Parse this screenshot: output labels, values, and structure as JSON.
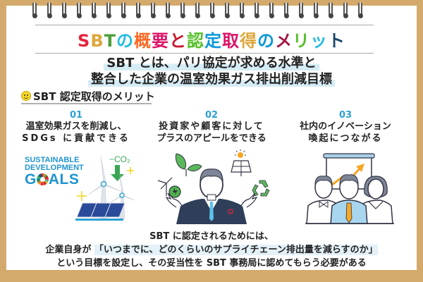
{
  "title": {
    "segments": [
      {
        "text": "S",
        "color": "#e5243b"
      },
      {
        "text": "B",
        "color": "#dda63a"
      },
      {
        "text": "T",
        "color": "#4c9f38"
      },
      {
        "text": "の",
        "color": "#26bde2"
      },
      {
        "text": "概",
        "color": "#fd6925"
      },
      {
        "text": "要",
        "color": "#dd1367"
      },
      {
        "text": "と",
        "color": "#c5192d"
      },
      {
        "text": "認",
        "color": "#56c02b"
      },
      {
        "text": "定",
        "color": "#0a97d9"
      },
      {
        "text": "取",
        "color": "#dd1367"
      },
      {
        "text": "得",
        "color": "#dda63a"
      },
      {
        "text": "の",
        "color": "#0a97d9"
      },
      {
        "text": "メ",
        "color": "#a21942"
      },
      {
        "text": "リ",
        "color": "#56c02b"
      },
      {
        "text": "ッ",
        "color": "#26bde2"
      },
      {
        "text": "ト",
        "color": "#19486a"
      }
    ]
  },
  "lead": {
    "line1": "SBT とは、パリ協定が求める水準と",
    "line2": "整合した企業の温室効果ガス排出削減目標"
  },
  "section": {
    "icon": "smiley-icon",
    "heading": "SBT 認定取得のメリット"
  },
  "benefits": [
    {
      "num": "01",
      "line1": "温室効果ガスを削減し、",
      "line2": "SDGs に貢献できる",
      "illustration": "sdgs-wind-solar-illustration"
    },
    {
      "num": "02",
      "line1": "投資家や顧客に対して",
      "line2": "プラスのアピールをできる",
      "illustration": "businessman-eco-icons-illustration"
    },
    {
      "num": "03",
      "line1": "社内のイノベーション",
      "line2": "喚起につながる",
      "illustration": "team-growth-chart-illustration"
    }
  ],
  "sdg_logo": {
    "line1": "SUSTAINABLE",
    "line2": "DEVELOPMENT",
    "goals_g": "G",
    "goals_rest": "ALS",
    "co2_label": "−CO₂"
  },
  "bottom": {
    "line1": "SBT に認定されるためには、",
    "line2_prefix": "企業自身が",
    "line2_highlight": "「いつまでに、どのくらいのサプライチェーン排出量を減らすのか」",
    "line3": "という目標を設定し、その妥当性を SBT 事務局に認めてもらう必要がある"
  },
  "colors": {
    "frame": "#d4aa6c",
    "accent_blue": "#2d9fd4",
    "highlight": "#d6ecf5"
  }
}
